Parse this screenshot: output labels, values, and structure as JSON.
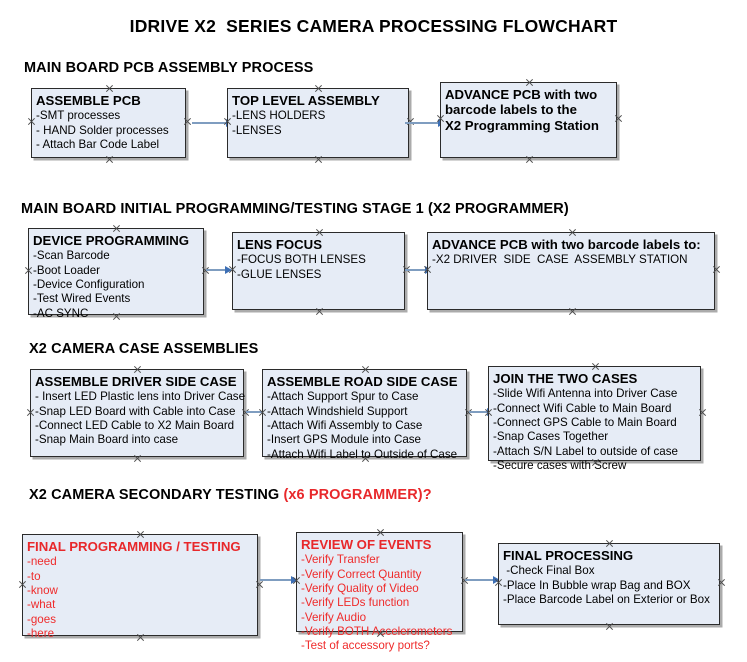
{
  "document": {
    "title": "IDRIVE X2  SERIES CAMERA PROCESSING FLOWCHART"
  },
  "colors": {
    "box_fill": "#e6ecf6",
    "box_border": "#2b2b2b",
    "arrow_shaft": "#7f9dc0",
    "arrow_head": "#3d6fb5",
    "accent_red": "#e8282b",
    "text": "#000000",
    "background": "#ffffff"
  },
  "sections": [
    {
      "id": "main-board-pcb-assembly",
      "heading": "MAIN BOARD PCB ASSEMBLY PROCESS",
      "heading_accent": "",
      "nodes": [
        {
          "id": "assemble-pcb",
          "title": "ASSEMBLE PCB",
          "lines": [
            "-SMT processes",
            "- HAND Solder processes",
            "- Attach Bar Code Label"
          ]
        },
        {
          "id": "top-level-assembly",
          "title": "TOP LEVEL ASSEMBLY",
          "lines": [
            "-LENS HOLDERS",
            "-LENSES"
          ]
        },
        {
          "id": "advance-pcb-to-programming-station",
          "title": "ADVANCE PCB with two\nbarcode labels to the\n X2 Programming Station",
          "lines": []
        }
      ]
    },
    {
      "id": "main-board-initial-programming",
      "heading": "MAIN BOARD INITIAL PROGRAMMING/TESTING STAGE 1 (X2 PROGRAMMER)",
      "heading_accent": "",
      "nodes": [
        {
          "id": "device-programming",
          "title": "DEVICE PROGRAMMING",
          "lines": [
            "-Scan Barcode",
            "-Boot Loader",
            "-Device Configuration",
            "-Test Wired Events",
            "-AC SYNC"
          ]
        },
        {
          "id": "lens-focus",
          "title": "LENS FOCUS",
          "lines": [
            "-FOCUS BOTH LENSES",
            "-GLUE LENSES"
          ]
        },
        {
          "id": "advance-pcb-to-driver-side-case",
          "title": "ADVANCE PCB with two barcode labels to:",
          "lines": [
            "-X2 DRIVER  SIDE  CASE  ASSEMBLY STATION"
          ]
        }
      ]
    },
    {
      "id": "x2-camera-case-assemblies",
      "heading": "X2 CAMERA CASE ASSEMBLIES",
      "heading_accent": "",
      "nodes": [
        {
          "id": "assemble-driver-side-case",
          "title": "ASSEMBLE DRIVER SIDE CASE",
          "lines": [
            "- Insert LED Plastic lens into Driver Case",
            "-Snap LED Board with Cable into Case",
            "-Connect LED Cable to X2 Main Board",
            "-Snap Main Board into case"
          ]
        },
        {
          "id": "assemble-road-side-case",
          "title": "ASSEMBLE ROAD SIDE CASE",
          "lines": [
            "-Attach Support Spur to Case",
            "-Attach Windshield Support",
            "-Attach Wifi Assembly to Case",
            "-Insert GPS Module into Case",
            "-Attach Wifi Label to Outside of Case"
          ]
        },
        {
          "id": "join-the-two-cases",
          "title": "JOIN THE TWO CASES",
          "lines": [
            "-Slide Wifi Antenna into Driver Case",
            "-Connect Wifi Cable to Main Board",
            "-Connect GPS Cable to Main Board",
            "-Snap Cases Together",
            "-Attach S/N Label to outside of case",
            "-Secure cases with Screw"
          ]
        }
      ]
    },
    {
      "id": "x2-camera-secondary-testing",
      "heading": "X2 CAMERA SECONDARY TESTING ",
      "heading_accent": "(x6 PROGRAMMER)?",
      "nodes": [
        {
          "id": "final-programming-testing",
          "title": "FINAL PROGRAMMING / TESTING",
          "lines": [
            "-need",
            "-to",
            "-know",
            "-what",
            "-goes",
            "-here"
          ]
        },
        {
          "id": "review-of-events",
          "title": "REVIEW OF EVENTS",
          "lines": [
            "-Verify Transfer",
            "-Verify Correct Quantity",
            "-Verify Quality of Video",
            "-Verify LEDs function",
            "-Verify Audio",
            "-Verify BOTH Accelerometers",
            "-Test of accessory ports?"
          ]
        },
        {
          "id": "final-processing",
          "title": "FINAL PROCESSING",
          "lines": [
            " -Check Final Box",
            "-Place In Bubble wrap Bag and BOX",
            "-Place Barcode Label on Exterior or Box"
          ]
        }
      ]
    }
  ]
}
